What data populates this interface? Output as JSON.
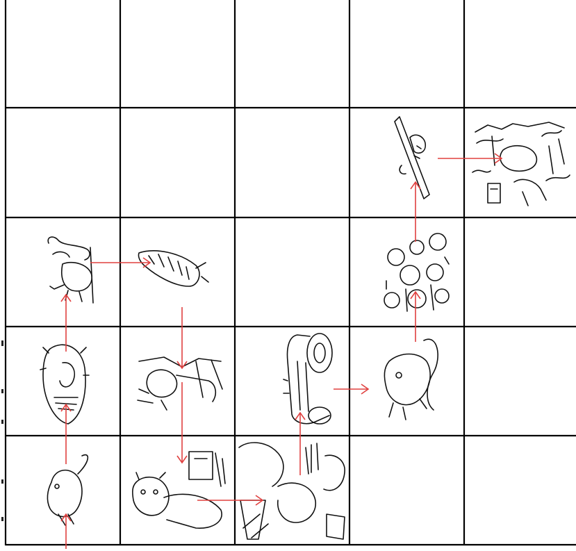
{
  "puzzle": {
    "grid": {
      "rows": 5,
      "cols": 5
    },
    "colors": {
      "arrow": "#e0403f",
      "line": "#000000",
      "background": "#ffffff"
    },
    "cells": [
      {
        "row": 1,
        "col": 3,
        "icon": "hammer-tool-icon"
      },
      {
        "row": 1,
        "col": 4,
        "icon": "hunting-scene-icon"
      },
      {
        "row": 2,
        "col": 0,
        "icon": "squirrel-icon"
      },
      {
        "row": 2,
        "col": 1,
        "icon": "pangolin-icon"
      },
      {
        "row": 2,
        "col": 3,
        "icon": "flower-bouquet-icon"
      },
      {
        "row": 3,
        "col": 0,
        "icon": "tribal-mask-icon"
      },
      {
        "row": 3,
        "col": 1,
        "icon": "warrior-figure-icon"
      },
      {
        "row": 3,
        "col": 2,
        "icon": "log-stump-icon"
      },
      {
        "row": 3,
        "col": 3,
        "icon": "chameleon-icon"
      },
      {
        "row": 4,
        "col": 0,
        "icon": "mouse-icon"
      },
      {
        "row": 4,
        "col": 1,
        "icon": "bear-icon"
      },
      {
        "row": 4,
        "col": 2,
        "icon": "camping-scene-icon"
      }
    ],
    "path": [
      [
        5,
        0
      ],
      [
        4,
        0
      ],
      [
        3,
        0
      ],
      [
        2,
        0
      ],
      [
        2,
        1
      ],
      [
        3,
        1
      ],
      [
        4,
        1
      ],
      [
        4,
        2
      ],
      [
        3,
        2
      ],
      [
        3,
        3
      ],
      [
        2,
        3
      ],
      [
        1,
        3
      ],
      [
        1,
        4
      ]
    ]
  }
}
